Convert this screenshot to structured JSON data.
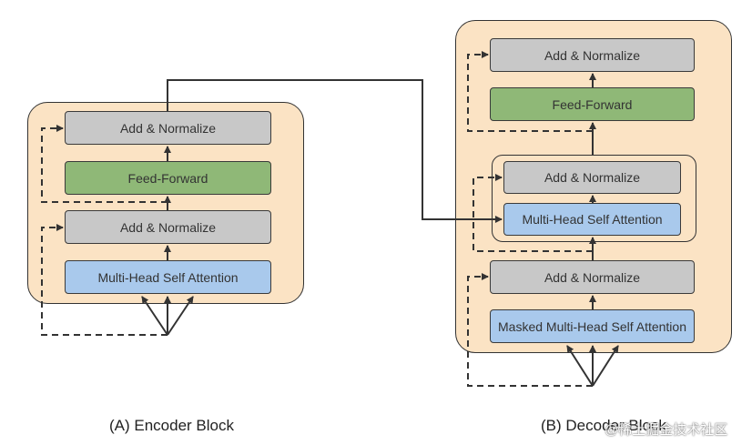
{
  "encoder": {
    "caption": "(A) Encoder Block",
    "add_norm_top": "Add & Normalize",
    "feed_forward": "Feed-Forward",
    "add_norm_bottom": "Add & Normalize",
    "attention": "Multi-Head Self Attention"
  },
  "decoder": {
    "caption": "(B)  Decoder Block",
    "add_norm_top": "Add & Normalize",
    "feed_forward": "Feed-Forward",
    "add_norm_middle": "Add & Normalize",
    "cross_attention": "Multi-Head Self Attention",
    "add_norm_bottom": "Add & Normalize",
    "masked_attention": "Masked Multi-Head Self Attention"
  },
  "watermark": "@稀土掘金技术社区",
  "colors": {
    "container": "#fbe3c4",
    "norm_box": "#c8c8c8",
    "feed_forward_box": "#8fb877",
    "attention_box": "#a9c9ec"
  }
}
